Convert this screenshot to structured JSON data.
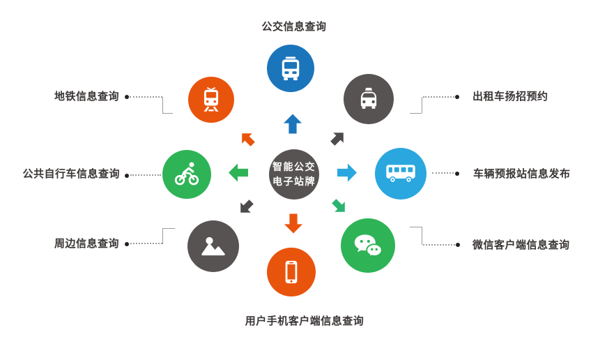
{
  "center": {
    "title_line1": "智能公交",
    "title_line2": "电子站牌"
  },
  "nodes": {
    "bus": {
      "label": "公交信息查询",
      "icon": "bus-front-icon"
    },
    "metro": {
      "label": "地铁信息查询",
      "icon": "metro-train-icon"
    },
    "taxi": {
      "label": "出租车扬招预约",
      "icon": "taxi-icon"
    },
    "bike": {
      "label": "公共自行车信息查询",
      "icon": "bicycle-rider-icon"
    },
    "busstop": {
      "label": "车辆预报站信息发布",
      "icon": "bus-side-icon"
    },
    "nearby": {
      "label": "周边信息查询",
      "icon": "photo-icon"
    },
    "wechat": {
      "label": "微信客户端信息查询",
      "icon": "wechat-icon"
    },
    "phone": {
      "label": "用户手机客户端信息查询",
      "icon": "smartphone-icon"
    }
  },
  "colors": {
    "blue": "#1b75bb",
    "light_blue": "#2aa7de",
    "orange": "#e9540d",
    "green": "#2fb357",
    "emerald": "#2bb36f",
    "dark_gray": "#575352",
    "arrow_gray": "#4e4b4c",
    "connector_gray": "#9b9b9b",
    "dot_black": "#231f20",
    "label_text": "#3a3635",
    "background": "#ffffff",
    "icon_white": "#ffffff"
  }
}
